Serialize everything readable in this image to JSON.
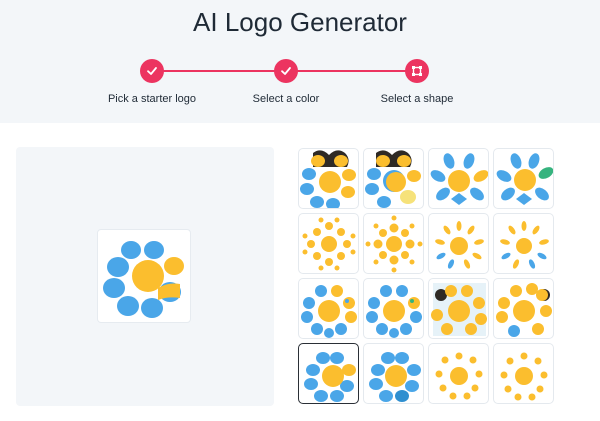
{
  "header": {
    "title": "AI Logo Generator"
  },
  "steps": [
    {
      "label": "Pick a starter logo",
      "state": "done",
      "icon": "check-icon"
    },
    {
      "label": "Select a color",
      "state": "done",
      "icon": "check-icon"
    },
    {
      "label": "Select a shape",
      "state": "current",
      "icon": "shape-icon"
    }
  ],
  "colors": {
    "accent": "#ec3460",
    "yellow": "#fbbe2e",
    "blue": "#4aa6e8",
    "green": "#36b37e",
    "dark": "#2f2a25",
    "paleBlue": "#e6f2f8"
  },
  "logo_options": {
    "selected_index": 12,
    "count": 16
  }
}
